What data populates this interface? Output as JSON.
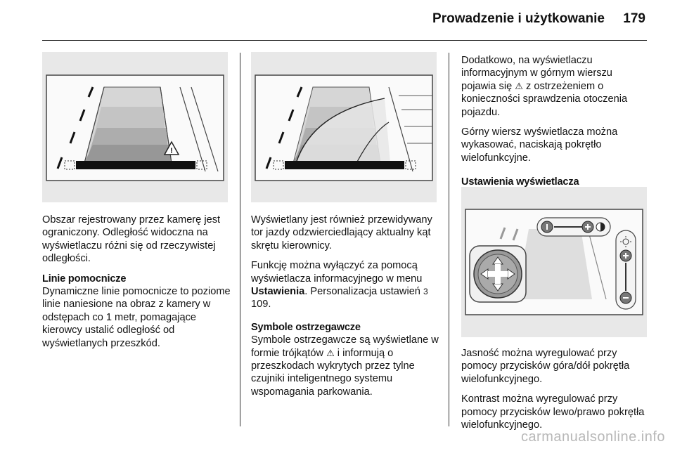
{
  "header": {
    "title": "Prowadzenie i użytkowanie",
    "page_number": "179"
  },
  "col1": {
    "para1": "Obszar rejestrowany przez kamerę jest ograniczony. Odległość widoczna na wyświetlaczu różni się od rzeczywistej odległości.",
    "heading": "Linie pomocnicze",
    "para2": "Dynamiczne linie pomocnicze to poziome linie naniesione na obraz z kamery w odstępach co 1 metr, pomagające kierowcy ustalić odległość od wyświetlanych przeszkód."
  },
  "col2": {
    "para1": "Wyświetlany jest również przewidywany tor jazdy odzwierciedlający aktualny kąt skrętu kierownicy.",
    "para2_a": "Funkcję można wyłączyć za pomocą wyświetlacza informacyjnego w menu ",
    "para2_bold": "Ustawienia",
    "para2_b": ". Personalizacja ustawień ",
    "para2_ref": "3",
    "para2_c": " 109.",
    "heading": "Symbole ostrzegawcze",
    "para3_a": "Symbole ostrzegawcze są wyświetlane w formie trójkątów ",
    "para3_icon": "⚠",
    "para3_b": " i informują o przeszkodach wykrytych przez tylne czujniki inteligentnego systemu wspomagania parkowania."
  },
  "col3": {
    "para1_a": "Dodatkowo, na wyświetlaczu informacyjnym w górnym wierszu pojawia się ",
    "para1_icon": "⚠",
    "para1_b": " z ostrzeżeniem o konieczności sprawdzenia otoczenia pojazdu.",
    "para2": "Górny wiersz wyświetlacza można wykasować, naciskają pokrętło wielofunkcyjne.",
    "heading": "Ustawienia wyświetlacza",
    "para3": "Jasność można wyregulować przy pomocy przycisków góra/dół pokrętła wielofunkcyjnego.",
    "para4": "Kontrast można wyregulować przy pomocy przycisków lewo/prawo pokrętła wielofunkcyjnego."
  },
  "watermark": "carmanualsonline.info",
  "colors": {
    "figure_bg": "#e8e8e8",
    "text": "#111111",
    "rule": "#222222"
  }
}
